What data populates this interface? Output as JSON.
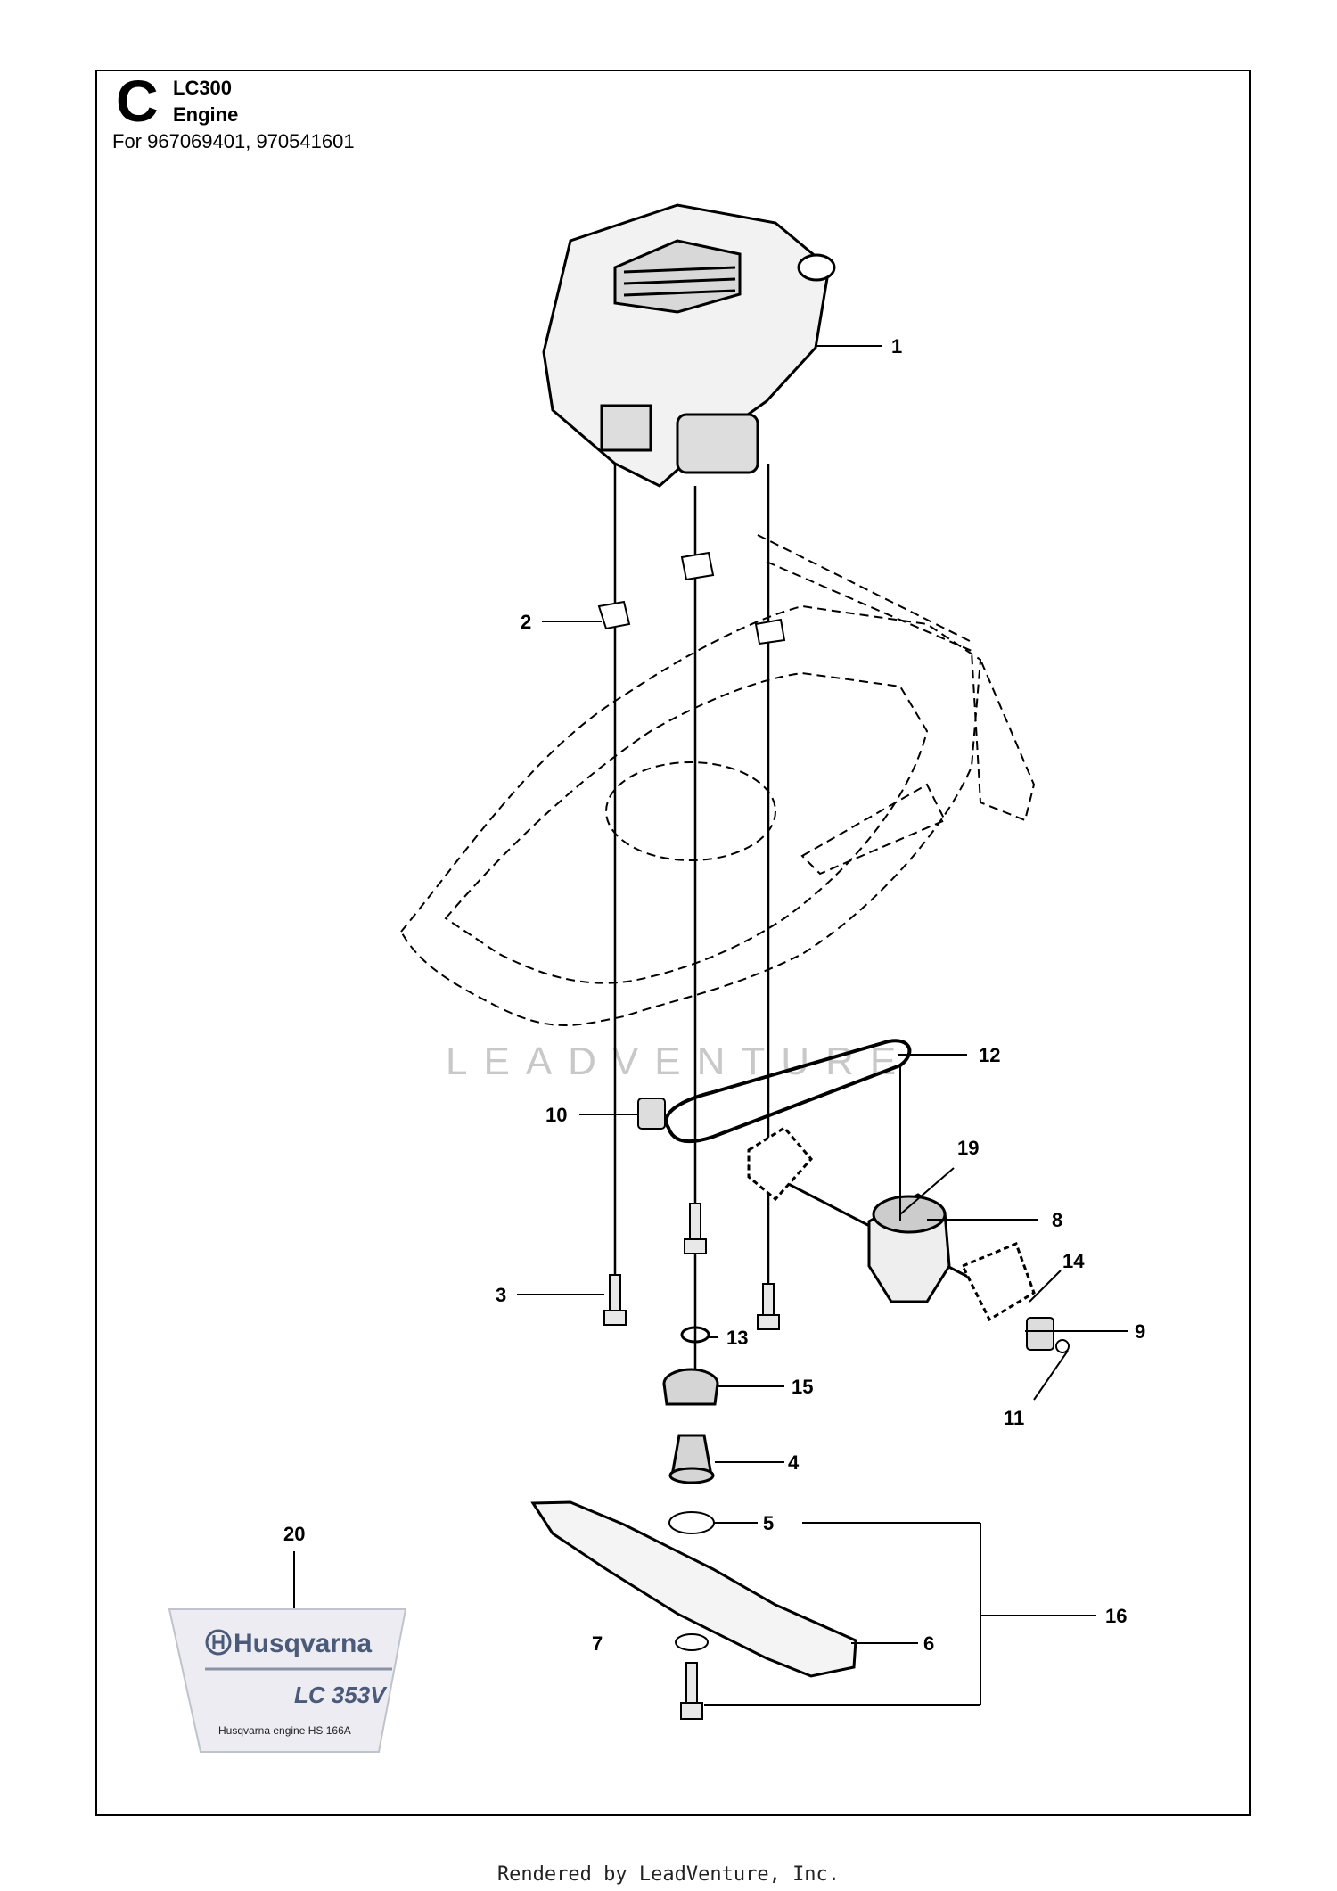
{
  "header": {
    "section_letter": "C",
    "model": "LC300",
    "section_name": "Engine",
    "applies_to": "For 967069401, 970541601"
  },
  "callouts": [
    "1",
    "2",
    "3",
    "4",
    "5",
    "6",
    "7",
    "8",
    "9",
    "10",
    "11",
    "12",
    "13",
    "14",
    "15",
    "16",
    "19",
    "20"
  ],
  "decal": {
    "brand": "Husqvarna",
    "model": "LC 353V",
    "note": "Husqvarna engine HS 166A"
  },
  "watermark": "LEADVENTURE",
  "footer": "Rendered by LeadVenture, Inc."
}
